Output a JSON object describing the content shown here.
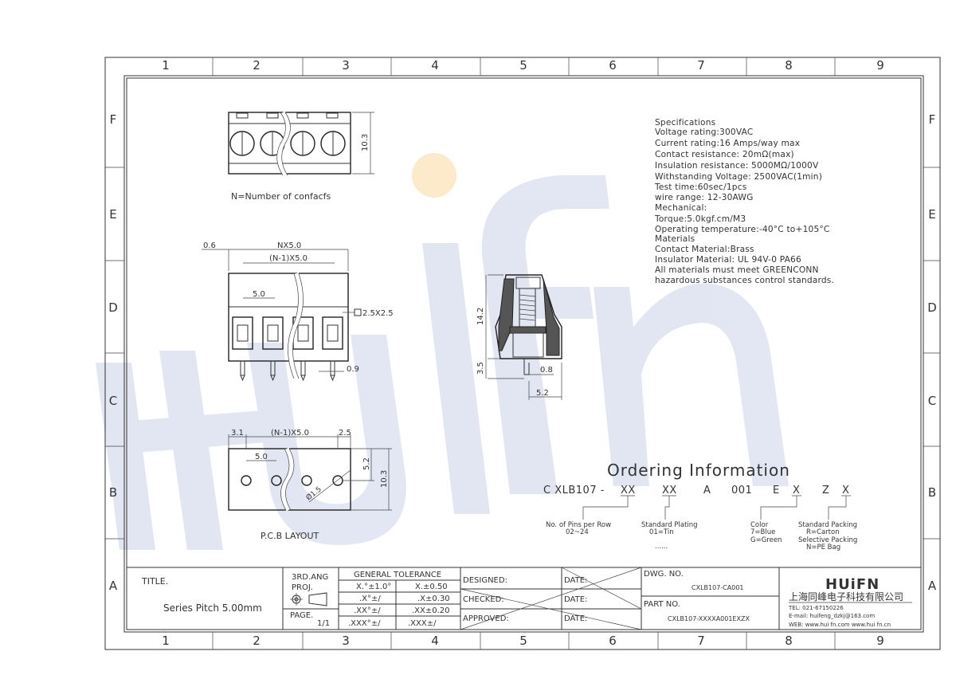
{
  "grid": {
    "columns": [
      "1",
      "2",
      "3",
      "4",
      "5",
      "6",
      "7",
      "8",
      "9"
    ],
    "rows": [
      "F",
      "E",
      "D",
      "C",
      "B",
      "A"
    ]
  },
  "top_view": {
    "height_dim": "10.3",
    "caption": "N=Number of confacfs"
  },
  "front_view": {
    "dim_offset": "0.6",
    "dim_total": "NX5.0",
    "dim_inner": "(N-1)X5.0",
    "dim_pitch": "5.0",
    "dim_pin_square": "2.5X2.5",
    "dim_pin_thickness": "0.9"
  },
  "side_view": {
    "dim_height": "14.2",
    "dim_pin_length": "3.5",
    "dim_pin_width": "0.8",
    "dim_offset": "5.2"
  },
  "pcb_layout": {
    "dim_edge_left": "3.1",
    "dim_inner": "(N-1)X5.0",
    "dim_edge_right": "2.5",
    "dim_pitch": "5.0",
    "dim_row": "5.2",
    "dim_height": "10.3",
    "dim_hole": "Ø1.5",
    "caption": "P.C.B LAYOUT"
  },
  "specifications": [
    "Specifications",
    "Voltage rating:300VAC",
    "Current rating:16 Amps/way max",
    "Contact resistance: 20mΩ(max)",
    "Insulation resistance: 5000MΩ/1000V",
    "Withstanding Voltage: 2500VAC(1min)",
    "Test time:60sec/1pcs",
    "wire range: 12-30AWG",
    "Mechanical:",
    "Torque:5.0kgf.cm/M3",
    "Operating temperature:-40°C to+105°C",
    "Materials",
    "Contact Material:Brass",
    "Insulator Material: UL 94V-0 PA66",
    "All materials must meet GREENCONN",
    "hazardous substances control standards."
  ],
  "ordering": {
    "title": "Ordering Information",
    "code_parts": [
      "C XLB107 -",
      "XX",
      "XX",
      "A",
      "001",
      "E",
      "X",
      "Z",
      "X"
    ],
    "notes": {
      "pins_1": "No. of Pins per Row",
      "pins_2": "02~24",
      "plating_1": "Standard Plating",
      "plating_2": "01=Tin",
      "plating_3": "......",
      "color_1": "Color",
      "color_2": "7=Blue",
      "color_3": "G=Green",
      "pack_1": "Standard Packing",
      "pack_2": "R=Carton",
      "pack_3": "Selective Packing",
      "pack_4": "N=PE Bag"
    }
  },
  "title_block": {
    "title_label": "TITLE.",
    "title_value": "Series Pitch 5.00mm",
    "projection_1": "3RD.ANG",
    "projection_2": "PROJ.",
    "page_label": "PAGE.",
    "page_value": "1/1",
    "tolerance_header": "GENERAL TOLERANCE",
    "tolerances": [
      [
        "X.°±1.0°",
        "X.±0.50"
      ],
      [
        ".X°±/",
        ".X±0.30"
      ],
      [
        ".XX°±/",
        ".XX±0.20"
      ],
      [
        ".XXX°±/",
        ".XXX±/"
      ]
    ],
    "designed": "DESIGNED:",
    "checked": "CHECKED:",
    "approved": "APPROVED:",
    "date": "DATE:",
    "dwg_label": "DWG. NO.",
    "dwg_value": "CXLB107-CA001",
    "part_label": "PART NO.",
    "part_value": "CXLB107-XXXXA001EXZX",
    "company_logo": "HUiFN",
    "company_name": "上海同峰电子科技有限公司",
    "company_tel": "TEL: 021-67150226",
    "company_email": "E-mail: huifeng_dzkj@163.com",
    "company_web": "WEB: www.hui fn.com  www.hui fn.cn"
  },
  "watermark": {
    "text": "HUiFN",
    "color": "#9aa8d6",
    "dot_color": "#f5c36a"
  }
}
